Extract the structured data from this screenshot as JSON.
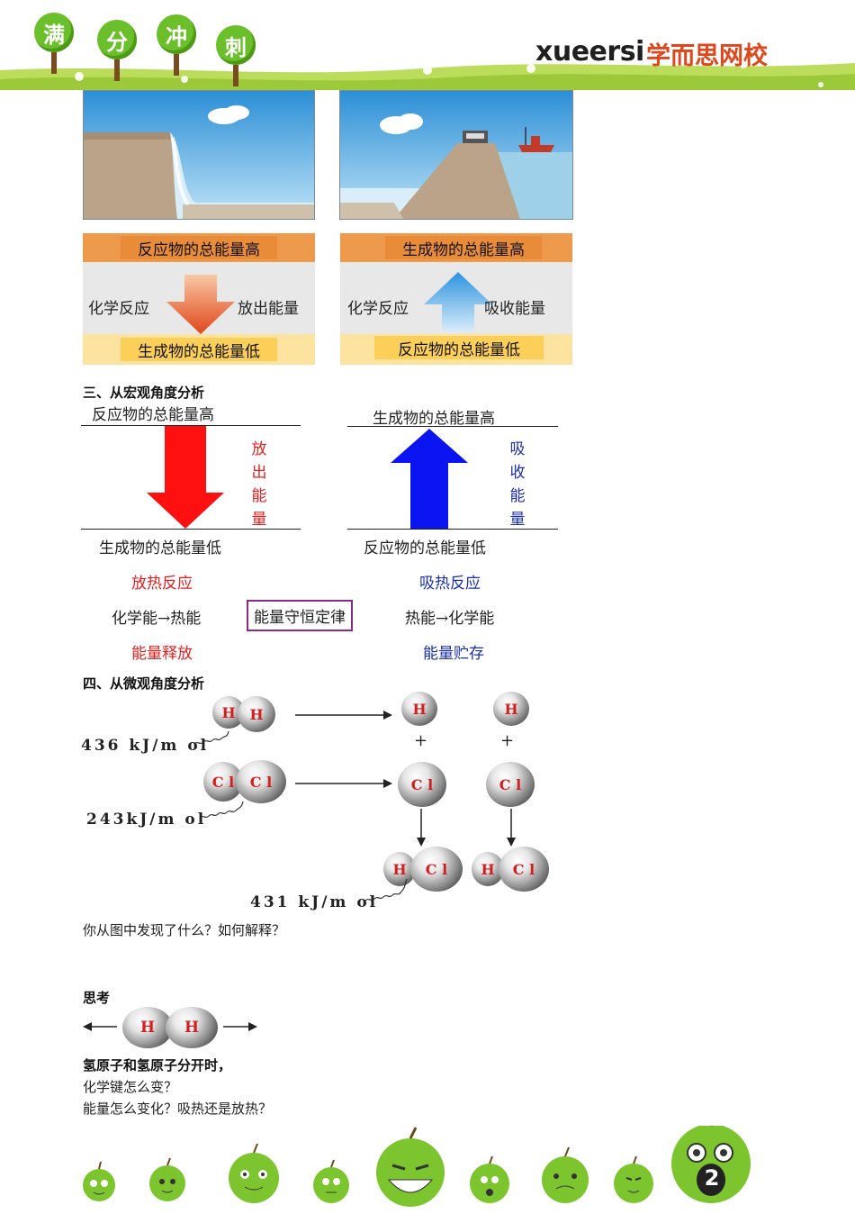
{
  "header": {
    "tree_chars": [
      "满",
      "分",
      "冲",
      "刺"
    ],
    "brand_latin": "xueersi",
    "brand_cn": "学而思网校"
  },
  "diagram_left": {
    "top_label": "反应物的总能量高",
    "left_label": "化学反应",
    "right_label": "放出能量",
    "bottom_label": "生成物的总能量低"
  },
  "diagram_right": {
    "top_label": "生成物的总能量高",
    "left_label": "化学反应",
    "right_label": "吸收能量",
    "bottom_label": "反应物的总能量低"
  },
  "section3": {
    "heading": "三、从宏观角度分析",
    "left": {
      "top_label": "反应物的总能量高",
      "side_chars": [
        "放",
        "出",
        "能",
        "量"
      ],
      "bottom_label": "生成物的总能量低",
      "reaction": "放热反应",
      "conversion": "化学能→热能",
      "energy": "能量释放"
    },
    "right": {
      "top_label": "生成物的总能量高",
      "side_chars": [
        "吸",
        "收",
        "能",
        "量"
      ],
      "bottom_label": "反应物的总能量低",
      "reaction": "吸热反应",
      "conversion": "热能→化学能",
      "energy": "能量贮存"
    },
    "law": "能量守恒定律",
    "colors": {
      "exo": "#e02020",
      "endo": "#1b2fa8",
      "law_border": "#8a2a8a"
    }
  },
  "section4": {
    "heading": "四、从微观角度分析",
    "atom_labels": {
      "h": "H",
      "cl": "C l"
    },
    "plus": "+",
    "bond_hh": "436  kJ/m ol",
    "bond_clcl": "243kJ/m ol",
    "bond_hcl": "431  kJ/m ol",
    "question": "你从图中发现了什么？如何解释？"
  },
  "think": {
    "heading": "思考",
    "atom_labels": [
      "H",
      "H"
    ],
    "line1": "氢原子和氢原子分开时，",
    "line2": "化学键怎么变？",
    "line3": "能量怎么变化？吸热还是放热？"
  },
  "footer": {
    "page_number": "2"
  }
}
